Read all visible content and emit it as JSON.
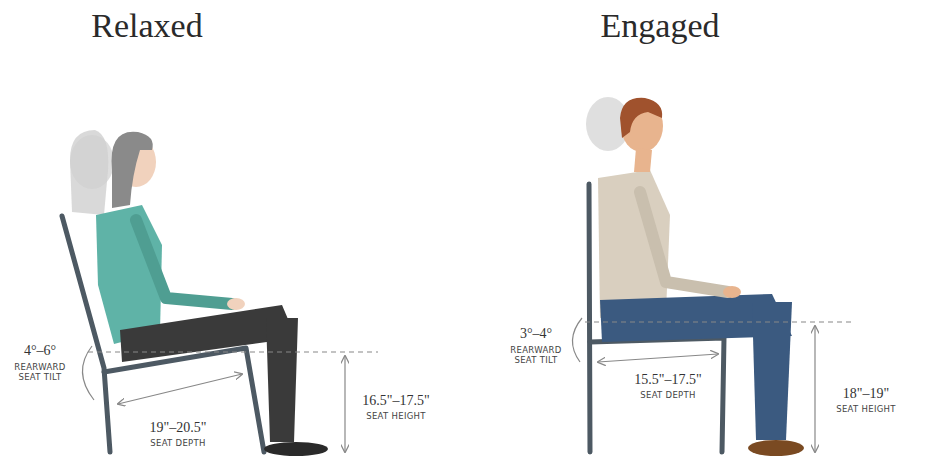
{
  "diagram": {
    "labels": [
      "Relaxed",
      "Engaged",
      "4°–6°",
      "REARWARD SEAT TILT",
      "19\"–20.5\"",
      "SEAT DEPTH",
      "16.5\"–17.5\"",
      "SEAT HEIGHT",
      "3°–4°",
      "REARWARD SEAT TILT",
      "15.5\"–17.5\"",
      "SEAT DEPTH",
      "18\"–19\"",
      "SEAT HEIGHT"
    ]
  }
}
